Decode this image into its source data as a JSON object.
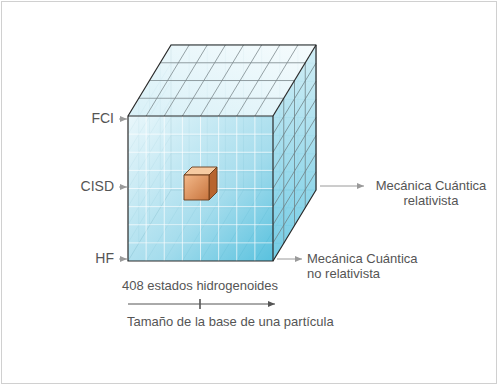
{
  "diagram": {
    "labels": [
      "FCI",
      "CISD",
      "HF",
      "Mecánica Cuántica relativista",
      "Mecánica Cuántica no relativista",
      "408 estados hidrogenoides",
      "Tamaño de la base de una partícula"
    ]
  }
}
